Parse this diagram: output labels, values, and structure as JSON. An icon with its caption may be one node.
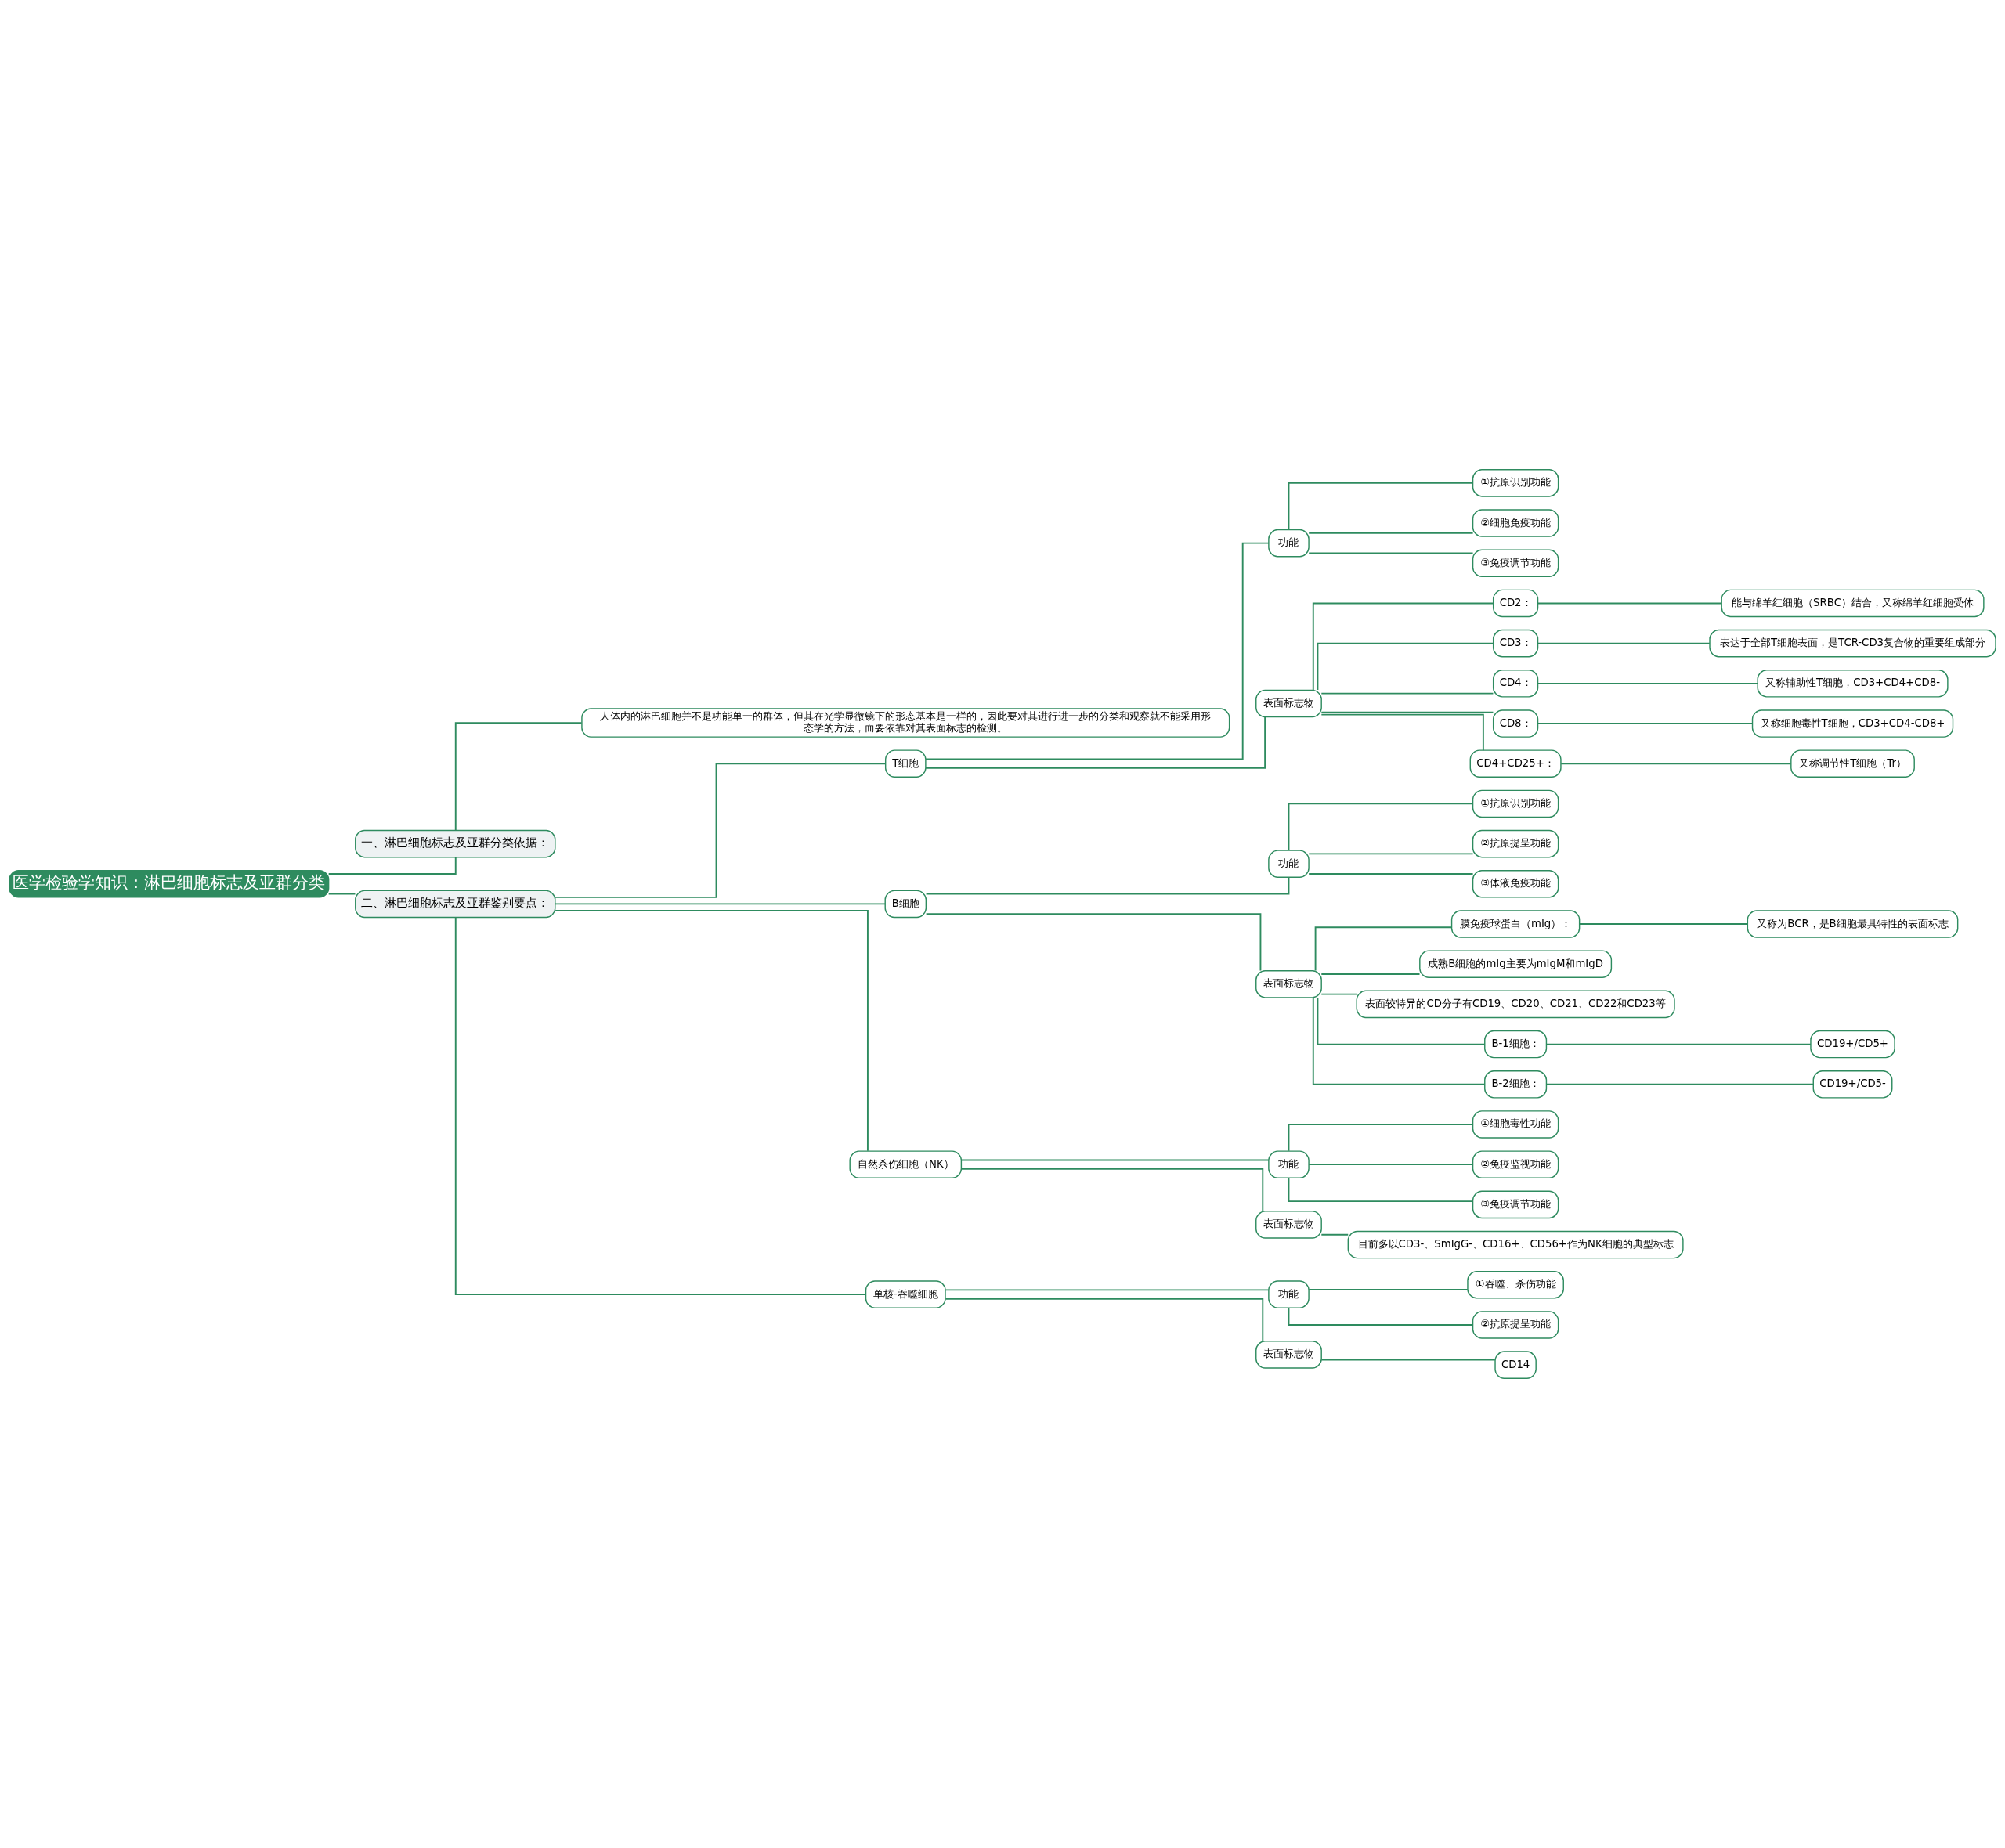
{
  "diagram": {
    "nodes": [
      {
        "text": [
          "医学检验学知识：淋巴细胞标志及亚群分类"
        ]
      },
      {
        "text": [
          "一、淋巴细胞标志及亚群分类依据："
        ]
      },
      {
        "text": [
          "人体内的淋巴细胞并不是功能单一的群体，但其在光学显微镜下的形态基本是一样的，因此要对其进行进一步的分类和观察就不能采用形态学的方法，而要依靠对其表面标志的检测。"
        ]
      },
      {
        "text": [
          "二、淋巴细胞标志及亚群鉴别要点："
        ]
      },
      {
        "text": [
          "T细胞"
        ]
      },
      {
        "text": [
          "功能"
        ]
      },
      {
        "text": [
          "①抗原识别功能"
        ]
      },
      {
        "text": [
          "②细胞免疫功能"
        ]
      },
      {
        "text": [
          "③免疫调节功能"
        ]
      },
      {
        "text": [
          "表面标志物"
        ]
      },
      {
        "text": [
          "CD2："
        ]
      },
      {
        "text": [
          "能与绵羊红细胞（SRBC）结合，又称绵羊红细胞受体"
        ]
      },
      {
        "text": [
          "CD3："
        ]
      },
      {
        "text": [
          "表达于全部T细胞表面，是TCR-CD3复合物的重要组成部分"
        ]
      },
      {
        "text": [
          "CD4："
        ]
      },
      {
        "text": [
          "又称辅助性T细胞，CD3+CD4+CD8-"
        ]
      },
      {
        "text": [
          "CD8："
        ]
      },
      {
        "text": [
          "又称细胞毒性T细胞，CD3+CD4-CD8+"
        ]
      },
      {
        "text": [
          "CD4+CD25+："
        ]
      },
      {
        "text": [
          "又称调节性T细胞（Tr）"
        ]
      },
      {
        "text": [
          "B细胞"
        ]
      },
      {
        "text": [
          "功能"
        ]
      },
      {
        "text": [
          "①抗原识别功能"
        ]
      },
      {
        "text": [
          "②抗原提呈功能"
        ]
      },
      {
        "text": [
          "③体液免疫功能"
        ]
      },
      {
        "text": [
          "表面标志物"
        ]
      },
      {
        "text": [
          "膜免疫球蛋白（mIg）："
        ]
      },
      {
        "text": [
          "又称为BCR，是B细胞最具特性的表面标志"
        ]
      },
      {
        "text": [
          "成熟B细胞的mIg主要为mIgM和mIgD"
        ]
      },
      {
        "text": [
          "表面较特异的CD分子有CD19、CD20、CD21、CD22和CD23等"
        ]
      },
      {
        "text": [
          "B-1细胞："
        ]
      },
      {
        "text": [
          "CD19+/CD5+"
        ]
      },
      {
        "text": [
          "B-2细胞："
        ]
      },
      {
        "text": [
          "CD19+/CD5-"
        ]
      },
      {
        "text": [
          "自然杀伤细胞（NK）"
        ]
      },
      {
        "text": [
          "功能"
        ]
      },
      {
        "text": [
          "①细胞毒性功能"
        ]
      },
      {
        "text": [
          "②免疫监视功能"
        ]
      },
      {
        "text": [
          "③免疫调节功能"
        ]
      },
      {
        "text": [
          "表面标志物"
        ]
      },
      {
        "text": [
          "目前多以CD3-、SmIgG-、CD16+、CD56+作为NK细胞的典型标志"
        ]
      },
      {
        "text": [
          "单核-吞噬细胞"
        ]
      },
      {
        "text": [
          "功能"
        ]
      },
      {
        "text": [
          "①吞噬、杀伤功能"
        ]
      },
      {
        "text": [
          "②抗原提呈功能"
        ]
      },
      {
        "text": [
          "表面标志物"
        ]
      },
      {
        "text": [
          "CD14"
        ]
      }
    ],
    "edges": [
      {
        "from": 0,
        "to": 1,
        "arrow": "none"
      },
      {
        "from": 1,
        "to": 2,
        "arrow": "none"
      },
      {
        "from": 0,
        "to": 3,
        "arrow": "none"
      },
      {
        "from": 3,
        "to": 4,
        "arrow": "none"
      },
      {
        "from": 4,
        "to": 5,
        "arrow": "none"
      },
      {
        "from": 5,
        "to": 6,
        "arrow": "none"
      },
      {
        "from": 5,
        "to": 7,
        "arrow": "none"
      },
      {
        "from": 5,
        "to": 8,
        "arrow": "none"
      },
      {
        "from": 4,
        "to": 9,
        "arrow": "none"
      },
      {
        "from": 9,
        "to": 10,
        "arrow": "none"
      },
      {
        "from": 10,
        "to": 11,
        "arrow": "none"
      },
      {
        "from": 9,
        "to": 12,
        "arrow": "none"
      },
      {
        "from": 12,
        "to": 13,
        "arrow": "none"
      },
      {
        "from": 9,
        "to": 14,
        "arrow": "none"
      },
      {
        "from": 14,
        "to": 15,
        "arrow": "none"
      },
      {
        "from": 9,
        "to": 16,
        "arrow": "none"
      },
      {
        "from": 16,
        "to": 17,
        "arrow": "none"
      },
      {
        "from": 9,
        "to": 18,
        "arrow": "none"
      },
      {
        "from": 18,
        "to": 19,
        "arrow": "none"
      },
      {
        "from": 3,
        "to": 20,
        "arrow": "none"
      },
      {
        "from": 20,
        "to": 21,
        "arrow": "none"
      },
      {
        "from": 21,
        "to": 22,
        "arrow": "none"
      },
      {
        "from": 21,
        "to": 23,
        "arrow": "none"
      },
      {
        "from": 21,
        "to": 24,
        "arrow": "none"
      },
      {
        "from": 20,
        "to": 25,
        "arrow": "none"
      },
      {
        "from": 25,
        "to": 26,
        "arrow": "none"
      },
      {
        "from": 26,
        "to": 27,
        "arrow": "none"
      },
      {
        "from": 25,
        "to": 28,
        "arrow": "none"
      },
      {
        "from": 25,
        "to": 29,
        "arrow": "none"
      },
      {
        "from": 25,
        "to": 30,
        "arrow": "none"
      },
      {
        "from": 30,
        "to": 31,
        "arrow": "none"
      },
      {
        "from": 25,
        "to": 32,
        "arrow": "none"
      },
      {
        "from": 32,
        "to": 33,
        "arrow": "none"
      },
      {
        "from": 3,
        "to": 34,
        "arrow": "none"
      },
      {
        "from": 34,
        "to": 35,
        "arrow": "none"
      },
      {
        "from": 35,
        "to": 36,
        "arrow": "none"
      },
      {
        "from": 35,
        "to": 37,
        "arrow": "none"
      },
      {
        "from": 35,
        "to": 38,
        "arrow": "none"
      },
      {
        "from": 34,
        "to": 39,
        "arrow": "none"
      },
      {
        "from": 39,
        "to": 40,
        "arrow": "none"
      },
      {
        "from": 3,
        "to": 41,
        "arrow": "none"
      },
      {
        "from": 41,
        "to": 42,
        "arrow": "none"
      },
      {
        "from": 42,
        "to": 43,
        "arrow": "none"
      },
      {
        "from": 42,
        "to": 44,
        "arrow": "none"
      },
      {
        "from": 41,
        "to": 45,
        "arrow": "none"
      },
      {
        "from": 45,
        "to": 46,
        "arrow": "none"
      }
    ]
  }
}
